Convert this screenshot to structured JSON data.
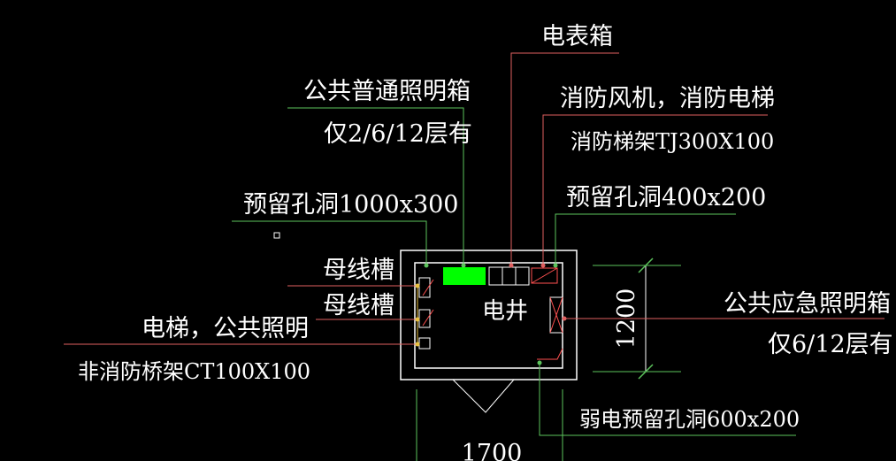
{
  "labels": {
    "meter_box": "电表箱",
    "public_lighting_box": "公共普通照明箱",
    "public_lighting_floors": "仅2/6/12层有",
    "fire_fan_elevator": "消防风机，消防电梯",
    "fire_tray": "消防梯架TJ300X100",
    "hole_1000": "预留孔洞1000x300",
    "hole_400": "预留孔洞400x200",
    "busway_1": "母线槽",
    "busway_2": "母线槽",
    "elevator_lighting": "电梯，公共照明",
    "non_fire_tray": "非消防桥架CT100X100",
    "emergency_lighting_box": "公共应急照明箱",
    "emergency_floors": "仅6/12层有",
    "weak_current_hole": "弱电预留孔洞600x200",
    "shaft": "电井"
  },
  "dimensions": {
    "height": "1200",
    "width": "1700"
  },
  "colors": {
    "background": "#000000",
    "wall": "#ffffff",
    "leader_red": "#e06060",
    "leader_green": "#5cc35c",
    "marker_green": "#00ff00",
    "dot_yellow": "#e8c040",
    "symbol_red": "#ff5050"
  }
}
